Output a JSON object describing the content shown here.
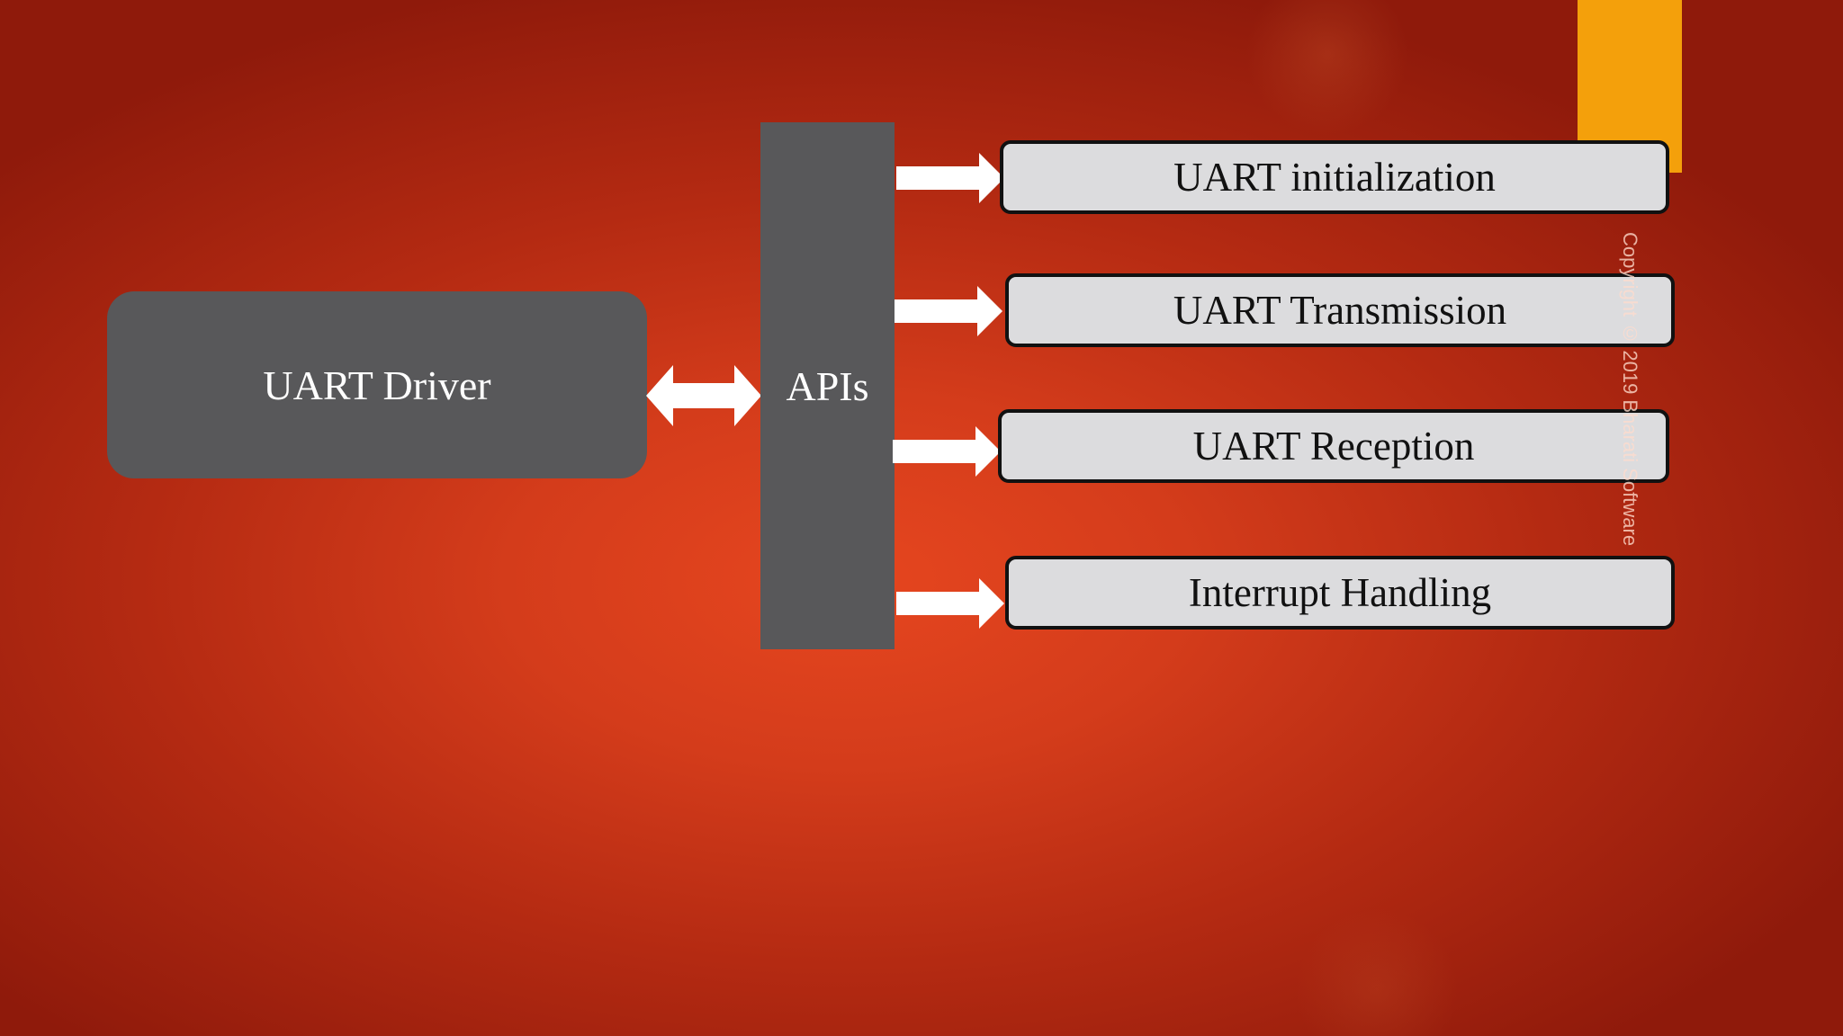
{
  "diagram": {
    "driver_label": "UART Driver",
    "apis_label": "APIs",
    "features": [
      {
        "label": "UART initialization"
      },
      {
        "label": "UART Transmission"
      },
      {
        "label": "UART Reception"
      },
      {
        "label": "Interrupt Handling"
      }
    ]
  },
  "watermark": {
    "text": "Copyright © 2019 Bharati Software"
  },
  "colors": {
    "background": "#d43c1b",
    "node_dark": "#58585a",
    "node_light": "#dcdcde",
    "accent": "#f4a00b",
    "arrow": "#ffffff"
  }
}
